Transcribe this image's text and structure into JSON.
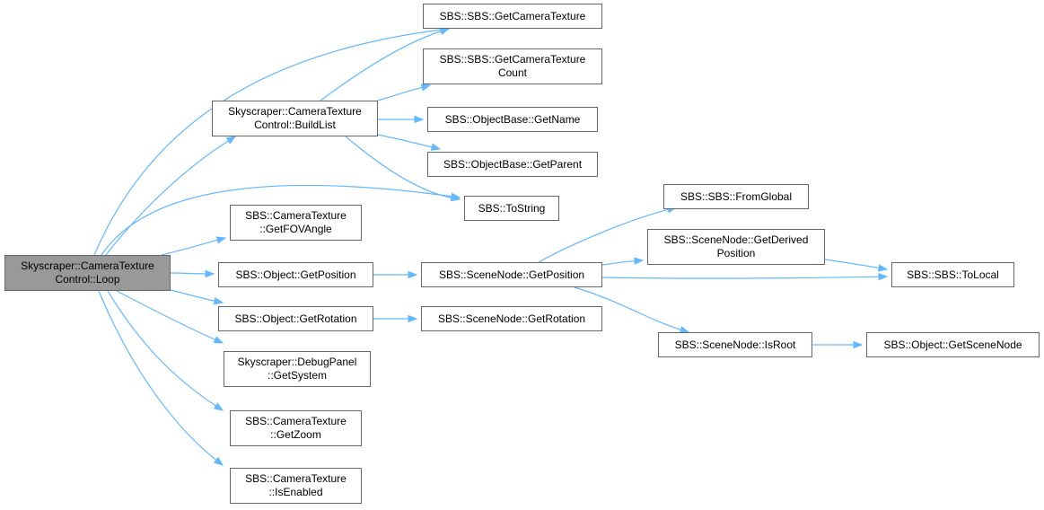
{
  "nodes": [
    {
      "id": "loop",
      "lines": [
        "Skyscraper::CameraTexture",
        "Control::Loop"
      ],
      "root": true
    },
    {
      "id": "getcameratexture",
      "lines": [
        "SBS::SBS::GetCameraTexture"
      ]
    },
    {
      "id": "getcameratexturecount",
      "lines": [
        "SBS::SBS::GetCameraTexture",
        "Count"
      ]
    },
    {
      "id": "buildlist",
      "lines": [
        "Skyscraper::CameraTexture",
        "Control::BuildList"
      ]
    },
    {
      "id": "getname",
      "lines": [
        "SBS::ObjectBase::GetName"
      ]
    },
    {
      "id": "getparent",
      "lines": [
        "SBS::ObjectBase::GetParent"
      ]
    },
    {
      "id": "tostring",
      "lines": [
        "SBS::ToString"
      ]
    },
    {
      "id": "getfovangle",
      "lines": [
        "SBS::CameraTexture",
        "::GetFOVAngle"
      ]
    },
    {
      "id": "objgetposition",
      "lines": [
        "SBS::Object::GetPosition"
      ]
    },
    {
      "id": "objgetrotation",
      "lines": [
        "SBS::Object::GetRotation"
      ]
    },
    {
      "id": "getsystem",
      "lines": [
        "Skyscraper::DebugPanel",
        "::GetSystem"
      ]
    },
    {
      "id": "getzoom",
      "lines": [
        "SBS::CameraTexture",
        "::GetZoom"
      ]
    },
    {
      "id": "isenabled",
      "lines": [
        "SBS::CameraTexture",
        "::IsEnabled"
      ]
    },
    {
      "id": "sngetposition",
      "lines": [
        "SBS::SceneNode::GetPosition"
      ]
    },
    {
      "id": "sngetrotation",
      "lines": [
        "SBS::SceneNode::GetRotation"
      ]
    },
    {
      "id": "fromglobal",
      "lines": [
        "SBS::SBS::FromGlobal"
      ]
    },
    {
      "id": "getderivedposition",
      "lines": [
        "SBS::SceneNode::GetDerived",
        "Position"
      ]
    },
    {
      "id": "isroot",
      "lines": [
        "SBS::SceneNode::IsRoot"
      ]
    },
    {
      "id": "tolocal",
      "lines": [
        "SBS::SBS::ToLocal"
      ]
    },
    {
      "id": "getscenenode",
      "lines": [
        "SBS::Object::GetSceneNode"
      ]
    }
  ],
  "edges": [
    {
      "from": "loop",
      "to": "getcameratexture"
    },
    {
      "from": "loop",
      "to": "buildlist"
    },
    {
      "from": "loop",
      "to": "tostring"
    },
    {
      "from": "loop",
      "to": "getfovangle"
    },
    {
      "from": "loop",
      "to": "objgetposition"
    },
    {
      "from": "loop",
      "to": "objgetrotation"
    },
    {
      "from": "loop",
      "to": "getsystem"
    },
    {
      "from": "loop",
      "to": "getzoom"
    },
    {
      "from": "loop",
      "to": "isenabled"
    },
    {
      "from": "buildlist",
      "to": "getcameratexture"
    },
    {
      "from": "buildlist",
      "to": "getcameratexturecount"
    },
    {
      "from": "buildlist",
      "to": "getname"
    },
    {
      "from": "buildlist",
      "to": "getparent"
    },
    {
      "from": "buildlist",
      "to": "tostring"
    },
    {
      "from": "objgetposition",
      "to": "sngetposition"
    },
    {
      "from": "objgetrotation",
      "to": "sngetrotation"
    },
    {
      "from": "sngetposition",
      "to": "fromglobal"
    },
    {
      "from": "sngetposition",
      "to": "getderivedposition"
    },
    {
      "from": "sngetposition",
      "to": "tolocal"
    },
    {
      "from": "sngetposition",
      "to": "isroot"
    },
    {
      "from": "getderivedposition",
      "to": "tolocal"
    },
    {
      "from": "isroot",
      "to": "getscenenode"
    }
  ],
  "colors": {
    "edge": "#63b8ff",
    "root_fill": "#999999",
    "node_border": "#666666"
  }
}
